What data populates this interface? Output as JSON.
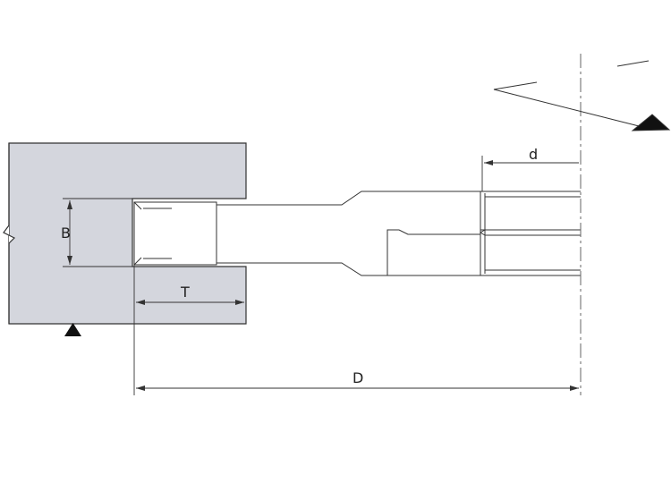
{
  "labels": {
    "b": "B",
    "t": "T",
    "d_small": "d",
    "d_large": "D"
  },
  "colors": {
    "workpiece_fill": "#d4d6dd",
    "stroke": "#333333",
    "background": "#ffffff"
  },
  "icons": {
    "rotation": "rotation-direction-arrow-icon",
    "reference": "reference-triangle-icon"
  }
}
